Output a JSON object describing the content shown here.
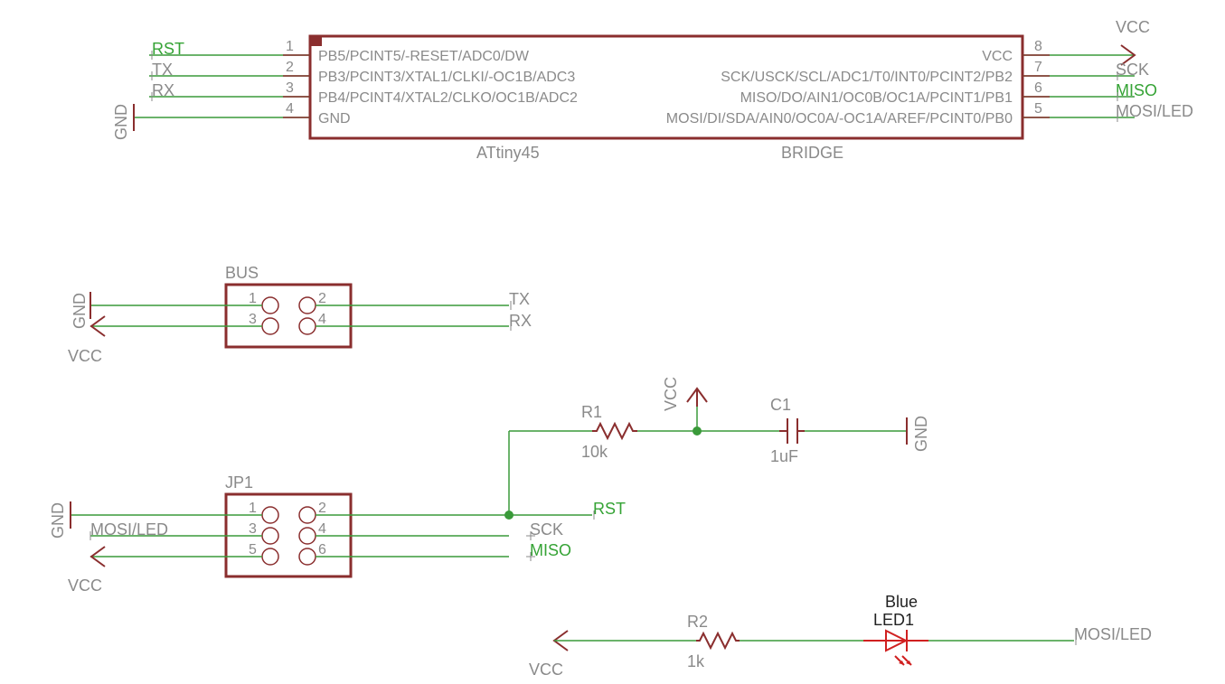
{
  "chip": {
    "name": "ATtiny45",
    "value": "BRIDGE",
    "left_pins": [
      {
        "num": "1",
        "func": "PB5/PCINT5/-RESET/ADC0/DW",
        "net": "RST"
      },
      {
        "num": "2",
        "func": "PB3/PCINT3/XTAL1/CLKI/-OC1B/ADC3",
        "net": "TX"
      },
      {
        "num": "3",
        "func": "PB4/PCINT4/XTAL2/CLKO/OC1B/ADC2",
        "net": "RX"
      },
      {
        "num": "4",
        "func": "GND",
        "net": "GND"
      }
    ],
    "right_pins": [
      {
        "num": "8",
        "func": "VCC",
        "net": "VCC"
      },
      {
        "num": "7",
        "func": "SCK/USCK/SCL/ADC1/T0/INT0/PCINT2/PB2",
        "net": "SCK"
      },
      {
        "num": "6",
        "func": "MISO/DO/AIN1/OC0B/OC1A/PCINT1/PB1",
        "net": "MISO"
      },
      {
        "num": "5",
        "func": "MOSI/DI/SDA/AIN0/OC0A/-OC1A/AREF/PCINT0/PB0",
        "net": "MOSI/LED"
      }
    ]
  },
  "bus": {
    "name": "BUS",
    "pins": [
      "1",
      "2",
      "3",
      "4"
    ],
    "nets": {
      "gnd": "GND",
      "vcc": "VCC",
      "tx": "TX",
      "rx": "RX"
    }
  },
  "jp1": {
    "name": "JP1",
    "pins": [
      "1",
      "2",
      "3",
      "4",
      "5",
      "6"
    ],
    "nets": {
      "gnd": "GND",
      "mosi": "MOSI/LED",
      "vcc": "VCC",
      "rst": "RST",
      "sck": "SCK",
      "miso": "MISO"
    }
  },
  "r1": {
    "name": "R1",
    "value": "10k"
  },
  "c1": {
    "name": "C1",
    "value": "1uF"
  },
  "r2": {
    "name": "R2",
    "value": "1k"
  },
  "led1": {
    "name": "LED1",
    "value": "Blue"
  },
  "supply": {
    "vcc": "VCC",
    "gnd": "GND"
  },
  "colors": {
    "component": "#8a2e2e",
    "wire": "#3a9a3a",
    "label": "#8a8a8a",
    "net_label": "#35a335",
    "led": "#d02020"
  }
}
